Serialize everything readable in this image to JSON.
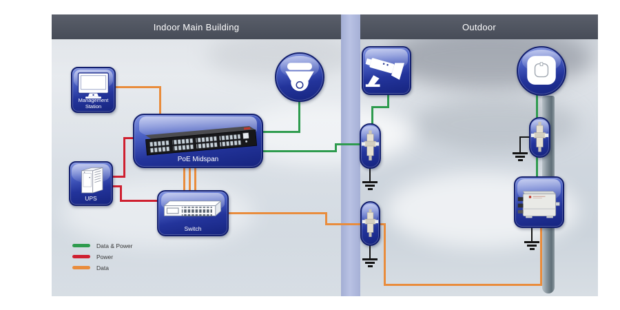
{
  "headers": {
    "indoor": "Indoor Main Building",
    "outdoor": "Outdoor"
  },
  "nodes": {
    "management_station": {
      "label": "Management Station",
      "icon": "monitor-icon"
    },
    "ups": {
      "label": "UPS",
      "icon": "ups-tower-icon"
    },
    "poe_midspan": {
      "label": "PoE Midspan",
      "icon": "midspan-rack-icon"
    },
    "switch": {
      "label": "Switch",
      "icon": "switch-rack-icon"
    },
    "dome_camera": {
      "icon": "dome-camera-icon"
    },
    "outdoor_camera": {
      "icon": "bullet-camera-icon"
    },
    "access_point": {
      "icon": "access-point-icon"
    },
    "surge_arrestor_indoor": {
      "icon": "surge-arrestor-icon"
    },
    "surge_arrestor_lower": {
      "icon": "surge-arrestor-icon"
    },
    "surge_arrestor_pole": {
      "icon": "surge-arrestor-icon"
    },
    "outdoor_enclosure": {
      "icon": "enclosure-box-icon"
    }
  },
  "legend": {
    "items": [
      {
        "label": "Data & Power"
      },
      {
        "label": "Power"
      },
      {
        "label": "Data"
      }
    ]
  },
  "colors": {
    "data_power": "#2e9b4e",
    "power": "#cf2030",
    "data": "#e98c3c",
    "header_bg": "#4d525e",
    "wall": "#aeb8dd",
    "node_blue": "#23349b",
    "pole": "#7d8d96",
    "ground": "#141414"
  }
}
